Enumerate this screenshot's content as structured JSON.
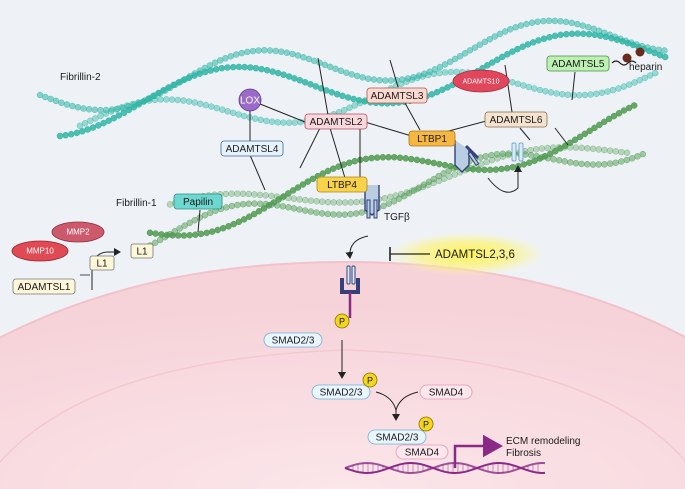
{
  "labels": {
    "fibrillin2": "Fibrillin-2",
    "fibrillin1": "Fibrillin-1",
    "heparin": "heparin",
    "tgfb": "TGFβ",
    "ecm": "ECM remodeling",
    "fibrosis": "Fibrosis",
    "inhibitor": "ADAMTSL2,3,6"
  },
  "boxes": {
    "lox": "LOX",
    "adamtsl4": "ADAMTSL4",
    "adamtsl2": "ADAMTSL2",
    "adamtsl3": "ADAMTSL3",
    "adamts10": "ADAMTS10",
    "adamtsl5": "ADAMTSL5",
    "adamtsl6": "ADAMTSL6",
    "ltbp1": "LTBP1",
    "ltbp4": "LTBP4",
    "papilin": "Papilin",
    "mmp2": "MMP2",
    "mmp10": "MMP10",
    "l1a": "L1",
    "l1b": "L1",
    "adamtsl1": "ADAMTSL1",
    "smad23a": "SMAD2/3",
    "smad23b": "SMAD2/3",
    "smad4a": "SMAD4",
    "smad23c": "SMAD2/3",
    "smad4b": "SMAD4"
  },
  "phospho": "P",
  "colors": {
    "background": "#eef2f7",
    "cell": "#f9dde1",
    "fibrillin2_bead": "#2fb5a6",
    "fibrillin1_bead": "#4e9a4f",
    "ltbp": "#f6b740",
    "lox": "#9b6acb",
    "adamtsl2": "#f8d7dd",
    "adamts10": "#e0475c",
    "adamtsl5": "#bdf0b3",
    "papilin": "#6dd8d0",
    "mmp": "#cc5a6c",
    "mmp10": "#e04a54",
    "phospho": "#f4d61d",
    "dna": "#8a2a86",
    "receptor": "#36417a"
  }
}
